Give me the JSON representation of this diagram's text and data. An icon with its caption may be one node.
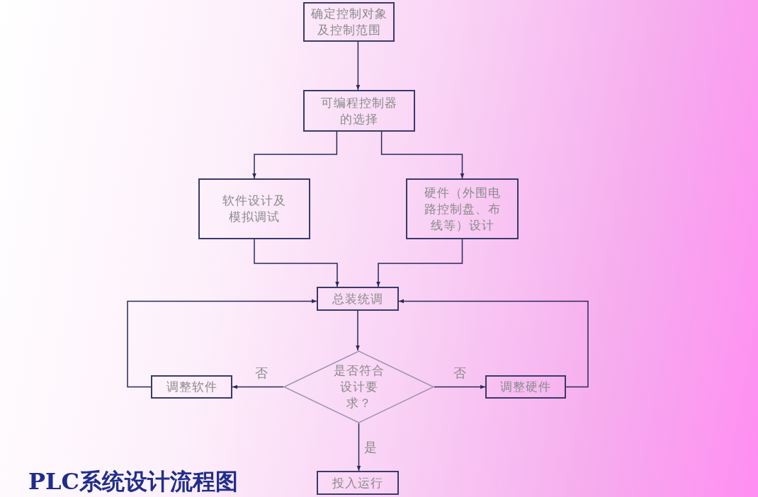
{
  "diagram": {
    "title": "PLC系统设计流程图",
    "nodes": [
      {
        "text": [
          "确定控制对象及控制范围"
        ]
      },
      {
        "text": [
          "可编程控制器的选择"
        ]
      },
      {
        "text": [
          "软件设计及模拟调试"
        ]
      },
      {
        "text": [
          "硬件（外围电路控制盘、布线等）设计"
        ]
      },
      {
        "text": [
          "总装统调"
        ]
      },
      {
        "text": [
          "是否符合设计要求？"
        ]
      },
      {
        "text": [
          "调整软件"
        ]
      },
      {
        "text": [
          "调整硬件"
        ]
      },
      {
        "text": [
          "投入运行"
        ]
      }
    ],
    "edges": [
      {
        "from": 0,
        "to": 1,
        "arrow": "to"
      },
      {
        "from": 1,
        "to": 2,
        "arrow": "to"
      },
      {
        "from": 1,
        "to": 3,
        "arrow": "to"
      },
      {
        "from": 2,
        "to": 4,
        "arrow": "to"
      },
      {
        "from": 3,
        "to": 4,
        "arrow": "to"
      },
      {
        "from": 4,
        "to": 5,
        "arrow": "to"
      },
      {
        "from": 5,
        "to": 6,
        "arrow": "to",
        "label": "否"
      },
      {
        "from": 5,
        "to": 7,
        "arrow": "to",
        "label": "否"
      },
      {
        "from": 6,
        "to": 4,
        "arrow": "to"
      },
      {
        "from": 7,
        "to": 4,
        "arrow": "to"
      },
      {
        "from": 5,
        "to": 8,
        "arrow": "to",
        "label": "是"
      }
    ]
  }
}
